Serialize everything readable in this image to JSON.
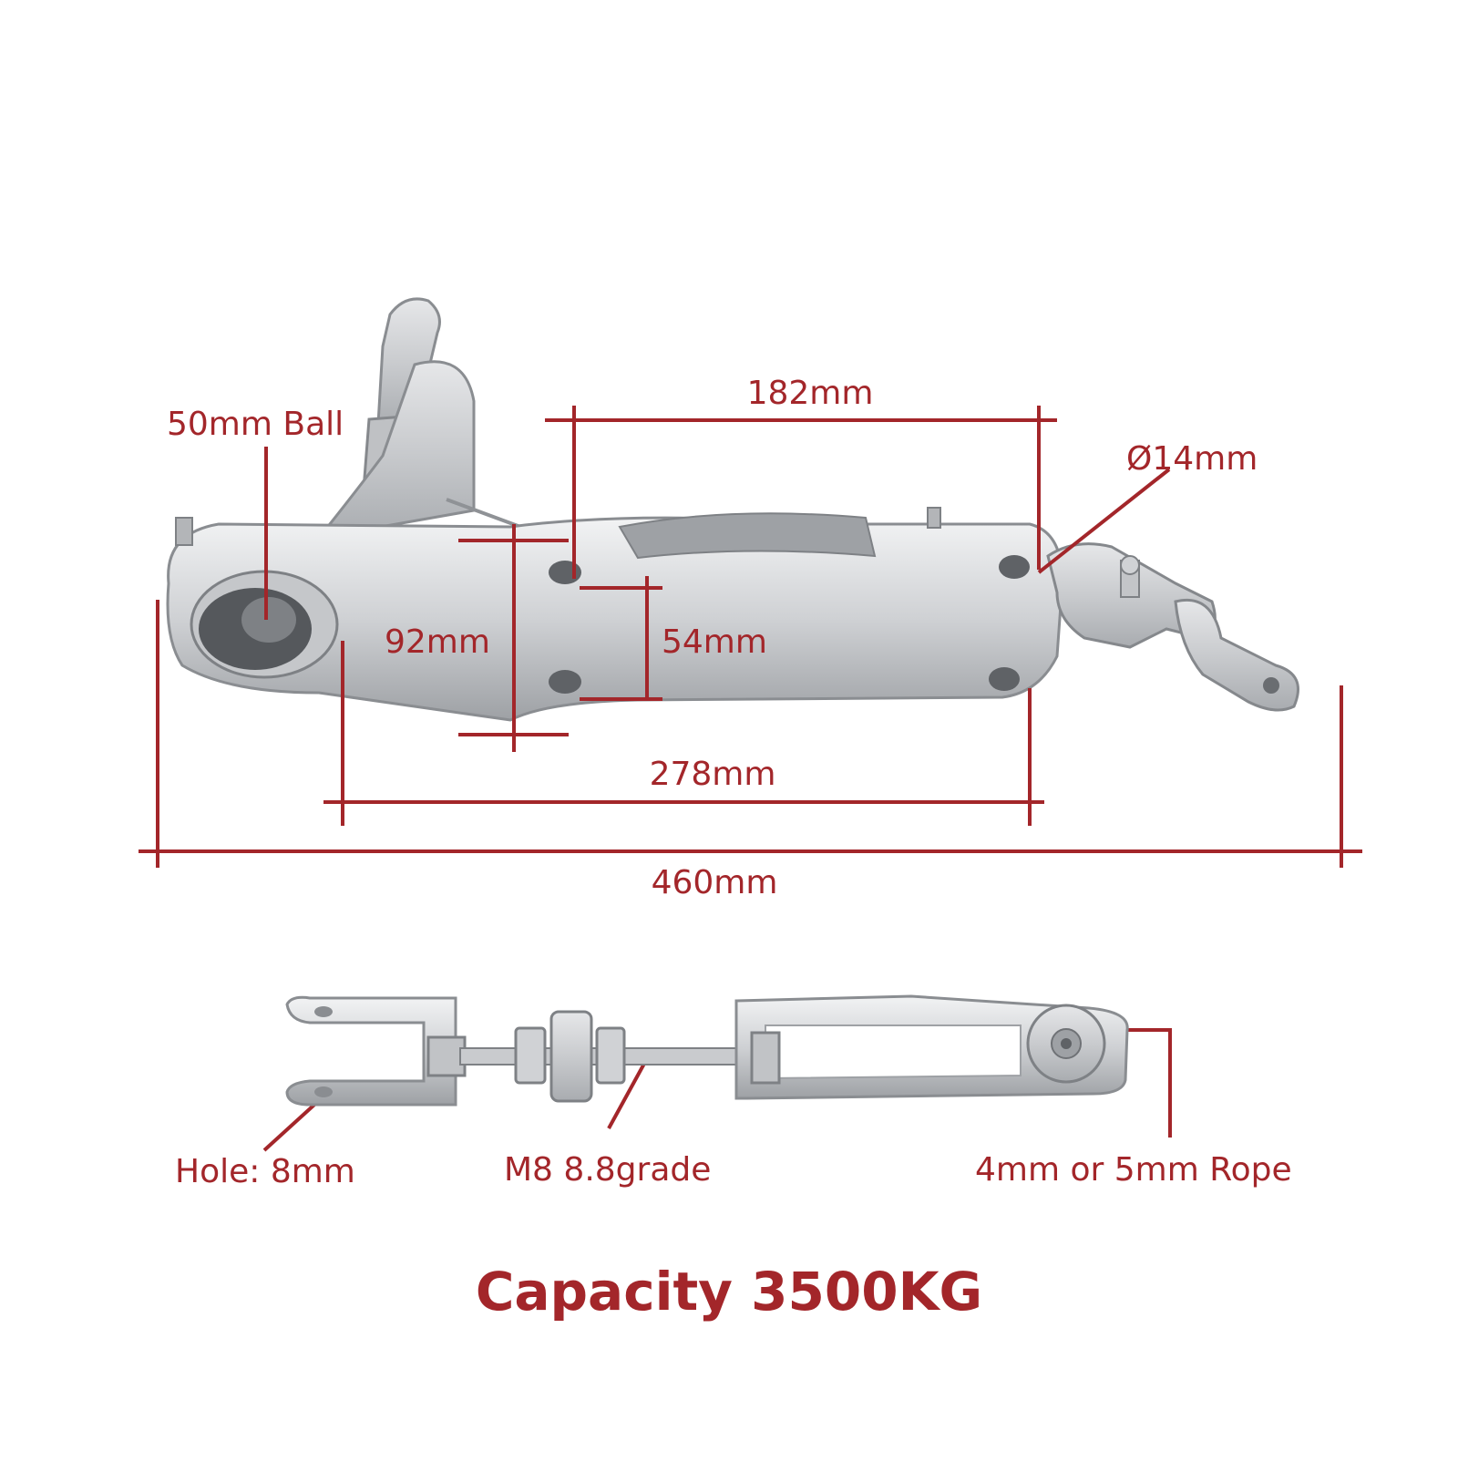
{
  "labels": {
    "ball": "50mm Ball",
    "dim_182": "182mm",
    "dim_14": "Ø14mm",
    "dim_92": "92mm",
    "dim_54": "54mm",
    "dim_278": "278mm",
    "dim_460": "460mm",
    "hole": "Hole: 8mm",
    "bolt": "M8 8.8grade",
    "rope": "4mm or 5mm Rope"
  },
  "capacity": "Capacity 3500KG",
  "colors": {
    "annotation": "#a3262a",
    "metal_light": "#d9dadc",
    "metal_mid": "#b9bbbe",
    "metal_dark": "#7d8084",
    "background": "#ffffff"
  }
}
